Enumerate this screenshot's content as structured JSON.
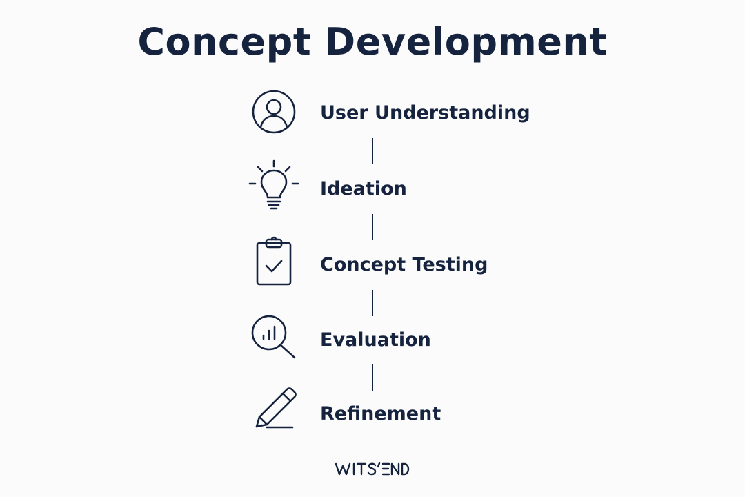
{
  "title": "Concept Development",
  "steps": [
    {
      "label": "User Understanding",
      "icon": "user-icon"
    },
    {
      "label": "Ideation",
      "icon": "lightbulb-icon"
    },
    {
      "label": "Concept Testing",
      "icon": "clipboard-check-icon"
    },
    {
      "label": "Evaluation",
      "icon": "magnifier-chart-icon"
    },
    {
      "label": "Refinement",
      "icon": "pencil-icon"
    }
  ],
  "brand": "WITS'END",
  "colors": {
    "ink": "#15233f",
    "background": "#fbfbfb"
  }
}
